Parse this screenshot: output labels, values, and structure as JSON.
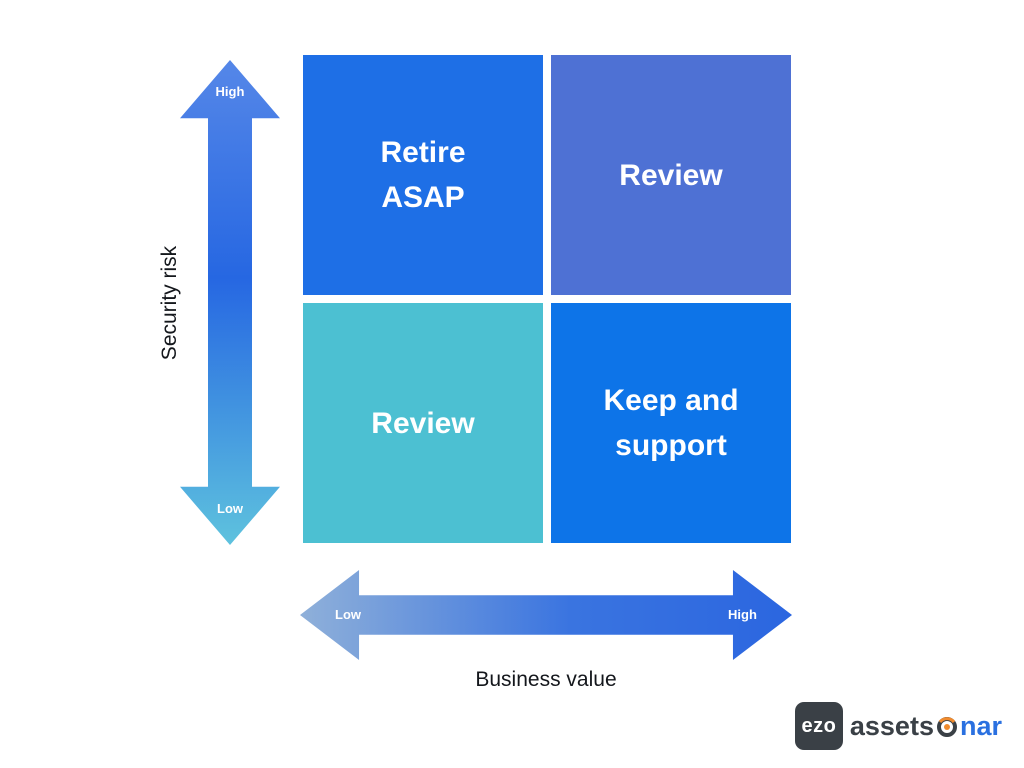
{
  "quadrants": [
    {
      "name": "top-left",
      "label": "Retire ASAP",
      "color": "#1e6fe6"
    },
    {
      "name": "top-right",
      "label": "Review",
      "color": "#4e71d4"
    },
    {
      "name": "bottom-left",
      "label": "Review",
      "color": "#4cc0d2"
    },
    {
      "name": "bottom-right",
      "label": "Keep and support",
      "color": "#0d74e8"
    }
  ],
  "y_axis": {
    "label": "Security risk",
    "top_label": "High",
    "bottom_label": "Low"
  },
  "x_axis": {
    "label": "Business value",
    "left_label": "Low",
    "right_label": "High"
  },
  "colors": {
    "y_arrow_top": "#5587e8",
    "y_arrow_mid": "#2667e2",
    "y_arrow_bottom": "#5ec2de",
    "x_arrow_left": "#8fb0d9",
    "x_arrow_mid": "#3a74e0",
    "x_arrow_right": "#2b66e0"
  },
  "logo": {
    "badge": "ezo",
    "word_part1": "asset",
    "word_part2": "s",
    "word_part3": "nar",
    "accent_color": "#2a70e0"
  }
}
